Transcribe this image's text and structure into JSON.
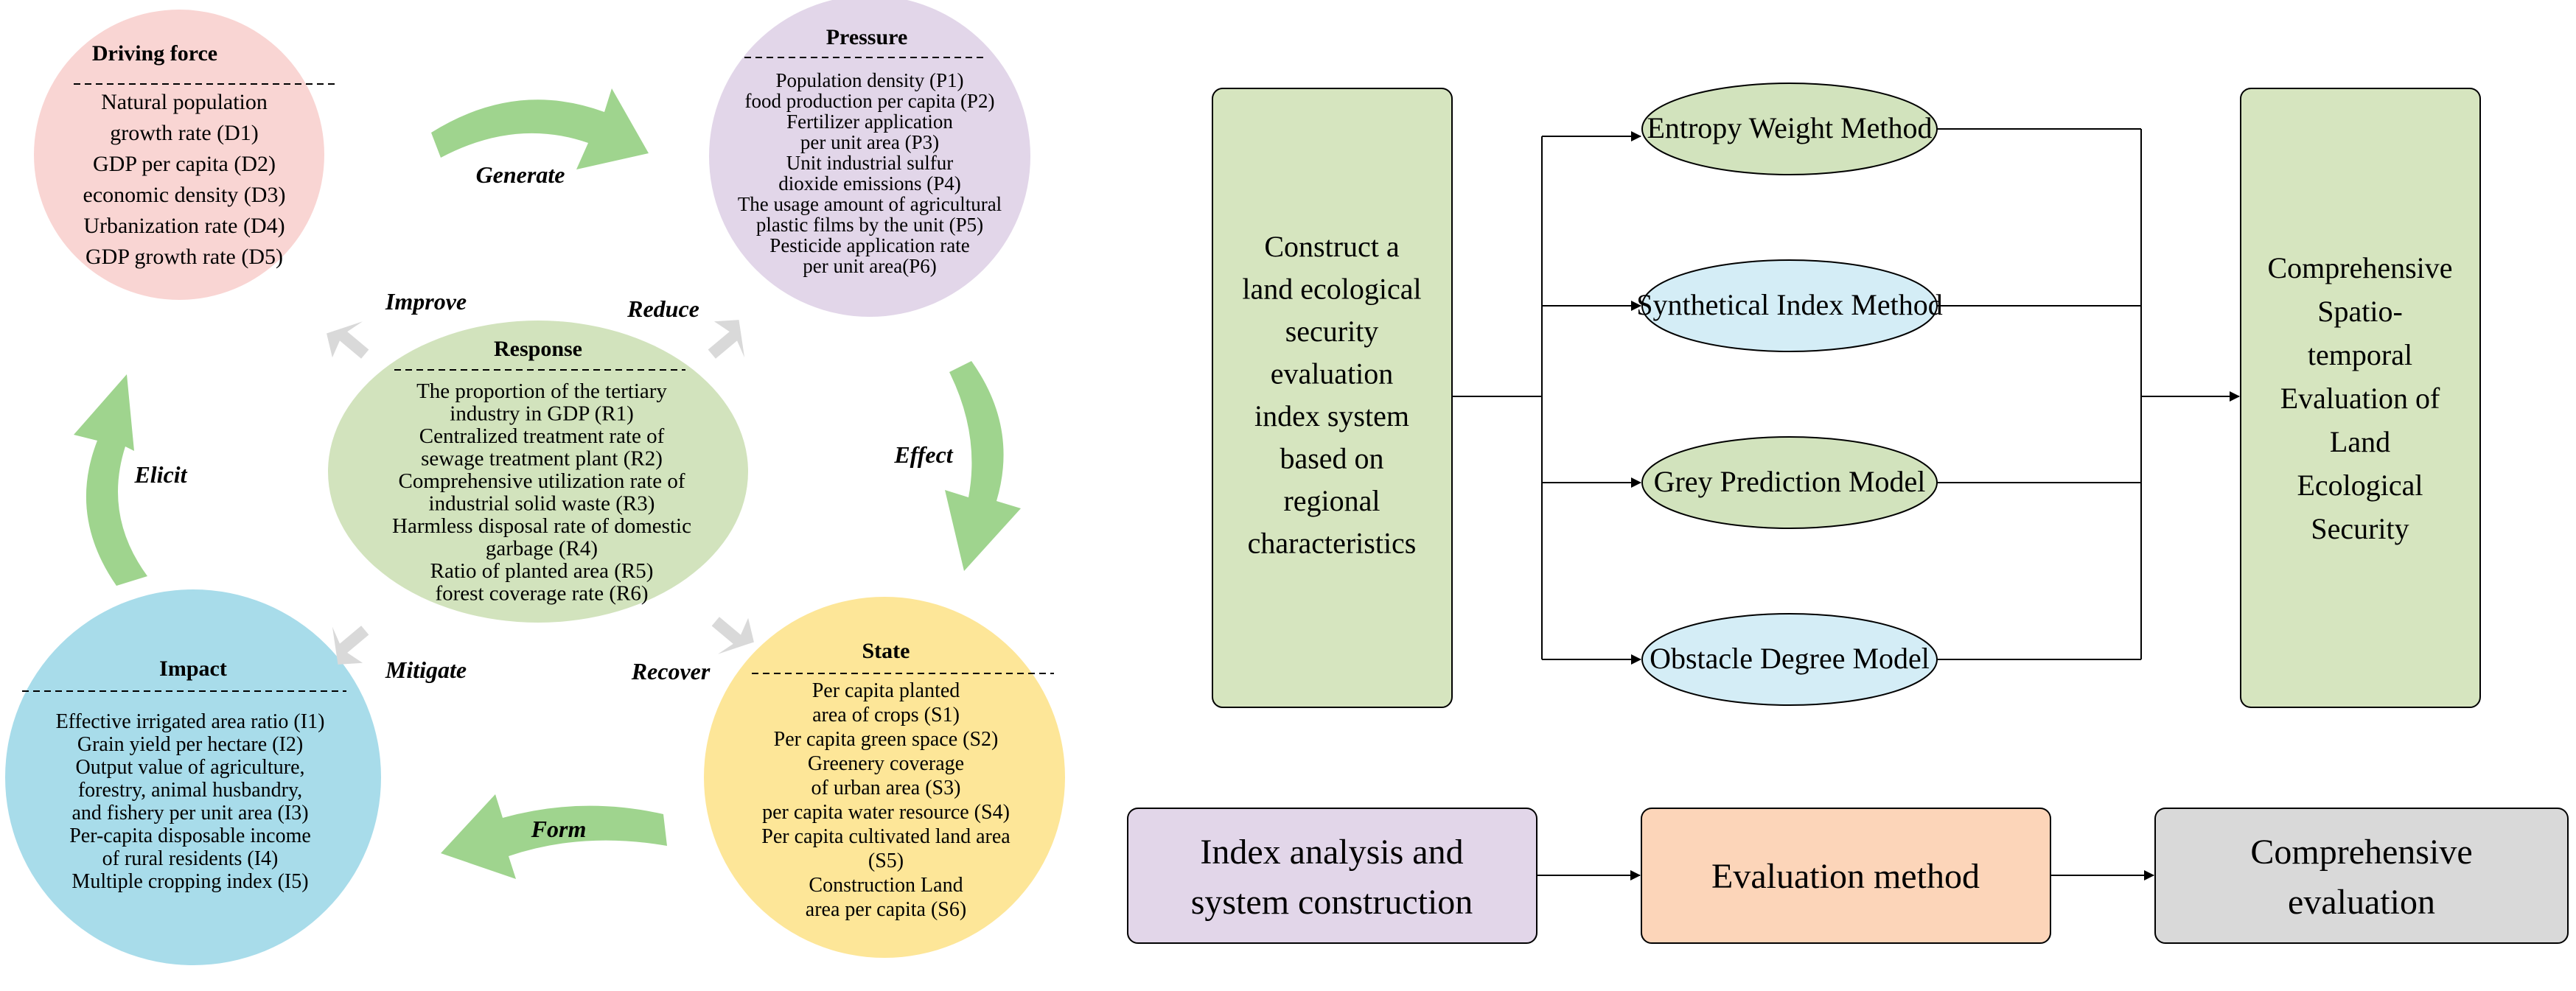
{
  "dpsir": {
    "driving_force": {
      "title": "Driving force",
      "items": [
        "Natural population",
        "growth rate (D1)",
        "GDP per capita (D2)",
        "economic density (D3)",
        "Urbanization rate (D4)",
        "GDP growth rate (D5)"
      ],
      "color": "#f9d5d3"
    },
    "pressure": {
      "title": "Pressure",
      "items": [
        "Population density (P1)",
        "food production per capita (P2)",
        "Fertilizer application",
        "per unit area (P3)",
        "Unit industrial sulfur",
        "dioxide emissions (P4)",
        "The usage amount of agricultural",
        "plastic films by the unit (P5)",
        "Pesticide application rate",
        "per unit area(P6)"
      ],
      "color": "#e2d6e9"
    },
    "response": {
      "title": "Response",
      "items": [
        "The proportion of the tertiary",
        "industry in GDP (R1)",
        "Centralized treatment rate of",
        "sewage treatment plant (R2)",
        "Comprehensive utilization rate of",
        "industrial solid waste (R3)",
        "Harmless disposal rate of domestic",
        "garbage (R4)",
        "Ratio of planted area (R5)",
        "forest coverage rate (R6)"
      ],
      "color": "#d2e3bd"
    },
    "impact": {
      "title": "Impact",
      "items": [
        "Effective irrigated area ratio (I1)",
        "Grain yield per hectare (I2)",
        "Output value of agriculture,",
        "forestry, animal husbandry,",
        "and fishery per unit area (I3)",
        "Per-capita disposable income",
        "of rural residents (I4)",
        "Multiple cropping index (I5)"
      ],
      "color": "#a8dcea"
    },
    "state": {
      "title": "State",
      "items": [
        "Per capita planted",
        "area of crops (S1)",
        "Per capita green space (S2)",
        "Greenery coverage",
        "of urban area (S3)",
        "per capita water resource (S4)",
        "Per capita cultivated land area",
        "(S5)",
        "Construction Land",
        "area per capita (S6)"
      ],
      "color": "#fde698"
    },
    "arrows": {
      "generate": "Generate",
      "effect": "Effect",
      "form": "Form",
      "elicit": "Elicit",
      "improve": "Improve",
      "reduce": "Reduce",
      "mitigate": "Mitigate",
      "recover": "Recover"
    },
    "arrow_color": "#9fd48e",
    "gray_arrow_color": "#d9d9d9"
  },
  "flow": {
    "construct": {
      "lines": [
        "Construct a",
        "land ecological",
        "security",
        "evaluation",
        "index system",
        "based on",
        "regional",
        "characteristics"
      ],
      "color": "#d6e5bf"
    },
    "methods": [
      {
        "label": "Entropy Weight Method",
        "color": "#d2e3bd"
      },
      {
        "label": "Synthetical Index Method",
        "color": "#d4edf6"
      },
      {
        "label": "Grey Prediction Model",
        "color": "#d2e3bd"
      },
      {
        "label": "Obstacle Degree Model",
        "color": "#d4edf6"
      }
    ],
    "result": {
      "lines": [
        "Comprehensive",
        "Spatio-",
        "temporal",
        "Evaluation of",
        "Land",
        "Ecological",
        "Security"
      ],
      "color": "#d6e5bf"
    },
    "steps": [
      {
        "lines": [
          "Index analysis and",
          "system construction"
        ],
        "color": "#e2d6e9"
      },
      {
        "lines": [
          "Evaluation method"
        ],
        "color": "#fcd5b9"
      },
      {
        "lines": [
          "Comprehensive",
          "evaluation"
        ],
        "color": "#d9d9d9"
      }
    ]
  }
}
